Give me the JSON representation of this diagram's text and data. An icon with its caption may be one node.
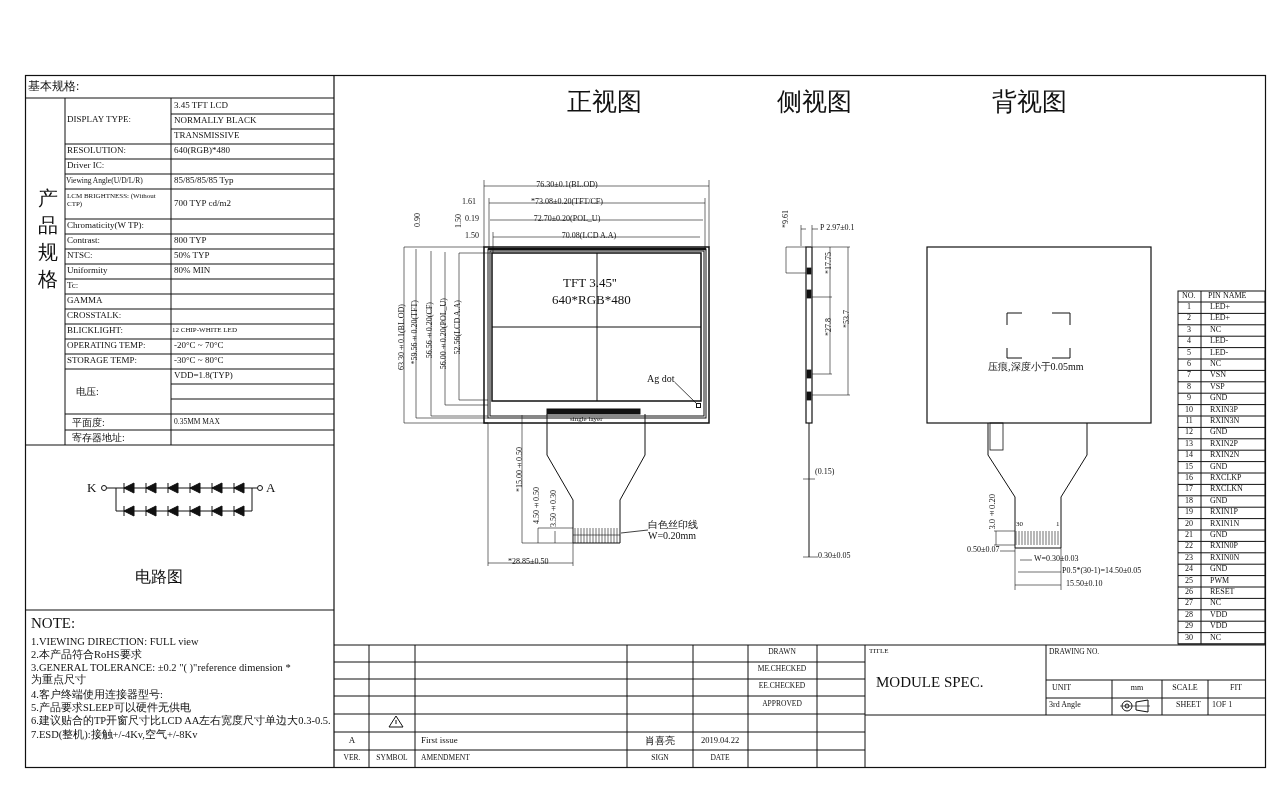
{
  "diagram": {
    "nodes": [
      {
        "text": [
          "Ag dot"
        ]
      },
      {
        "text": [],
        "shape": "box"
      },
      {
        "text": [
          "白色丝印线",
          "W=0.20mm"
        ]
      }
    ],
    "edges": [
      {
        "from": 0,
        "to": 1,
        "arrow": "none"
      },
      {
        "from": 2,
        "to": null,
        "arrow": "none"
      }
    ],
    "labels": [
      "基本规格:",
      "产品规格",
      "DISPLAY TYPE:",
      "3.45 TFT LCD",
      "NORMALLY BLACK",
      "TRANSMISSIVE",
      "RESOLUTION:",
      "640(RGB)*480",
      "Driver IC:",
      "Viewing Angle(U/D/L/R)",
      "85/85/85/85 Typ",
      "LCM BRIGHTNESS: (Without CTP)",
      "700 TYP cd/m2",
      "Chromaticity(W TP):",
      "Contrast:",
      "800 TYP",
      "NTSC:",
      "50% TYP",
      "Uniformity",
      "80% MIN",
      "Tc:",
      "GAMMA",
      "CROSSTALK:",
      "BLICKLIGHT:",
      "12 CHIP-WHITE LED",
      "OPERATING TEMP:",
      "-20°C ~ 70°C",
      "STORAGE TEMP:",
      "-30°C ~ 80°C",
      "电压:",
      "VDD=1.8(TYP)",
      "平面度:",
      "0.35MM MAX",
      "寄存器地址:",
      "K",
      "A",
      "电路图",
      "NOTE:",
      "1.VIEWING DIRECTION: FULL view",
      "2.本产品符合RoHS要求",
      "3.GENERAL TOLERANCE: ±0.2 \"( )\"reference dimension *为重点尺寸",
      "4.客户终端使用连接器型号:",
      "5.产品要求SLEEP可以硬件无供电",
      "6.建议贴合的TP开窗尺寸比LCD AA左右宽度尺寸单边大0.3-0.5.",
      "7.ESD(整机):接触+/-4Kv,空气+/-8Kv",
      "正视图",
      "侧视图",
      "背视图",
      "76.30±0.1(BL.OD)",
      "1.61",
      "*73.08±0.20(TFT/CF)",
      "0.19",
      "72.70±0.20(POL_U)",
      "1.50",
      "70.08(LCD A.A)",
      "0.90",
      "1.50",
      "63.30±0.1(BL.OD)",
      "*59.56±0.20(TFT)",
      "56.56±0.20(CF)",
      "56.00±0.20(POL_U)",
      "52.56(LCD A.A)",
      "TFT 3.45''",
      "640*RGB*480",
      "single layer",
      "*15.00±0.50",
      "4.50±0.50",
      "3.50±0.30",
      "*28.85±0.50",
      "*9.61",
      "P 2.97±0.1",
      "*17.75",
      "*27.8",
      "*53.7",
      "(0.15)",
      "0.30±0.05",
      "压痕,深度小于0.05mm",
      "3.0±0.20",
      "30",
      "1",
      "0.50±0.07",
      "W=0.30±0.03",
      "P0.5*(30-1)=14.50±0.05",
      "15.50±0.10",
      "NO.",
      "PIN NAME",
      "1",
      "LED+",
      "2",
      "LED+",
      "3",
      "NC",
      "4",
      "LED-",
      "5",
      "LED-",
      "6",
      "NC",
      "7",
      "VSN",
      "8",
      "VSP",
      "9",
      "GND",
      "10",
      "RXIN3P",
      "11",
      "RXIN3N",
      "12",
      "GND",
      "13",
      "RXIN2P",
      "14",
      "RXIN2N",
      "15",
      "GND",
      "16",
      "RXCLKP",
      "17",
      "RXCLKN",
      "18",
      "GND",
      "19",
      "RXIN1P",
      "20",
      "RXIN1N",
      "21",
      "GND",
      "22",
      "RXIN0P",
      "23",
      "RXIN0N",
      "24",
      "GND",
      "25",
      "PWM",
      "26",
      "RESET",
      "27",
      "NC",
      "28",
      "VDD",
      "29",
      "VDD",
      "30",
      "NC",
      "DRAWN",
      "ME.CHECKED",
      "EE.CHECKED",
      "APPROVED",
      "TITLE",
      "MODULE SPEC.",
      "DRAWING NO.",
      "UNIT",
      "mm",
      "SCALE",
      "FIT",
      "3rd Angle",
      "SHEET",
      "1OF 1",
      "A",
      "First issue",
      "肖喜亮",
      "2019.04.22",
      "VER.",
      "SYMBOL",
      "AMENDMENT",
      "SIGN",
      "DATE"
    ]
  }
}
